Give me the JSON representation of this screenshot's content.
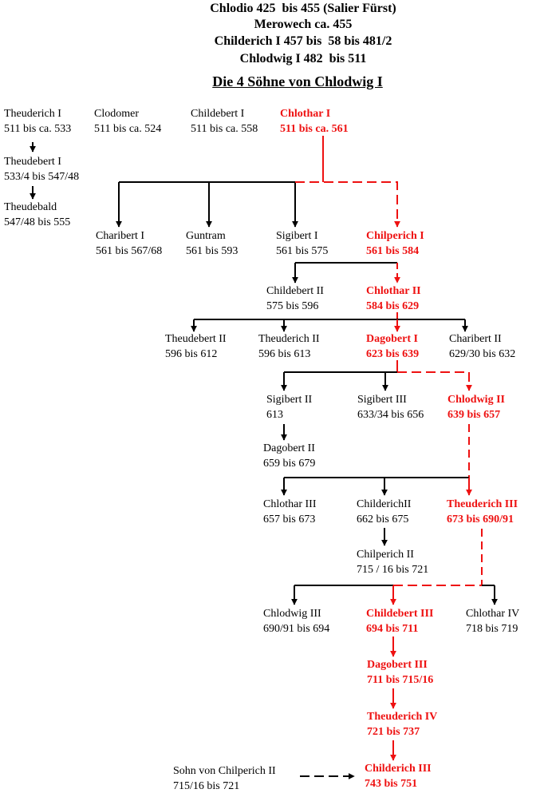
{
  "header": {
    "lines": [
      "Chlodio 425  bis 455 (Salier Fürst)",
      "Merowech ca. 455",
      "Childerich I 457 bis  58 bis 481/2",
      "Chlodwig I 482  bis 511"
    ],
    "title": "Die 4 Söhne von Chlodwig I"
  },
  "colors": {
    "main_line": "#ee1111",
    "branch": "#000000"
  },
  "nodes": {
    "theuderich1": {
      "name": "Theuderich I",
      "years": "511 bis ca. 533",
      "main_line": false
    },
    "clodomer": {
      "name": "Clodomer",
      "years": "511 bis ca. 524",
      "main_line": false
    },
    "childebert1": {
      "name": "Childebert I",
      "years": "511 bis ca. 558",
      "main_line": false
    },
    "chlothar1": {
      "name": "Chlothar I",
      "years": "511 bis  ca. 561",
      "main_line": true
    },
    "theudebert1": {
      "name": "Theudebert I",
      "years": "533/4 bis 547/48",
      "main_line": false
    },
    "theudebald": {
      "name": "Theudebald",
      "years": "547/48 bis 555",
      "main_line": false
    },
    "charibert1": {
      "name": "Charibert I",
      "years": "561 bis 567/68",
      "main_line": false
    },
    "guntram": {
      "name": "Guntram",
      "years": "561 bis 593",
      "main_line": false
    },
    "sigibert1": {
      "name": "Sigibert I",
      "years": "561 bis 575",
      "main_line": false
    },
    "chilperich1": {
      "name": "Chilperich I",
      "years": "561 bis 584",
      "main_line": true
    },
    "childebert2": {
      "name": "Childebert II",
      "years": "575 bis 596",
      "main_line": false
    },
    "chlothar2": {
      "name": "Chlothar II",
      "years": "584 bis 629",
      "main_line": true
    },
    "theudebert2": {
      "name": "Theudebert II",
      "years": "596 bis 612",
      "main_line": false
    },
    "theuderich2": {
      "name": "Theuderich II",
      "years": "596 bis 613",
      "main_line": false
    },
    "dagobert1": {
      "name": "Dagobert I",
      "years": "623 bis 639",
      "main_line": true
    },
    "charibert2": {
      "name": "Charibert II",
      "years": "629/30 bis 632",
      "main_line": false
    },
    "sigibert2": {
      "name": "Sigibert II",
      "years": "613",
      "main_line": false
    },
    "sigibert3": {
      "name": "Sigibert III",
      "years": "633/34 bis 656",
      "main_line": false
    },
    "chlodwig2": {
      "name": "Chlodwig II",
      "years": "639 bis 657",
      "main_line": true
    },
    "dagobert2": {
      "name": "Dagobert II",
      "years": "659 bis 679",
      "main_line": false
    },
    "chlothar3": {
      "name": "Chlothar III",
      "years": "657 bis 673",
      "main_line": false
    },
    "childerich2": {
      "name": "ChilderichII",
      "years": "662 bis 675",
      "main_line": false
    },
    "theuderich3": {
      "name": "Theuderich III",
      "years": "673 bis 690/91",
      "main_line": true
    },
    "chilperich2": {
      "name": "Chilperich II",
      "years": "715 / 16 bis 721",
      "main_line": false
    },
    "chlodwig3": {
      "name": "Chlodwig III",
      "years": "690/91 bis 694",
      "main_line": false
    },
    "childebert3": {
      "name": "Childebert III",
      "years": "694 bis 711",
      "main_line": true
    },
    "chlothar4": {
      "name": "Chlothar IV",
      "years": "718 bis 719",
      "main_line": false
    },
    "dagobert3": {
      "name": "Dagobert III",
      "years": "711 bis 715/16",
      "main_line": true
    },
    "theuderich4": {
      "name": "Theuderich IV",
      "years": "721 bis 737",
      "main_line": true
    },
    "childerich3": {
      "name": "Childerich III",
      "years": "743 bis 751",
      "main_line": true
    },
    "sohn_chilperich2": {
      "name": "Sohn von Chilperich II",
      "years": "715/16 bis 721",
      "main_line": false
    }
  }
}
